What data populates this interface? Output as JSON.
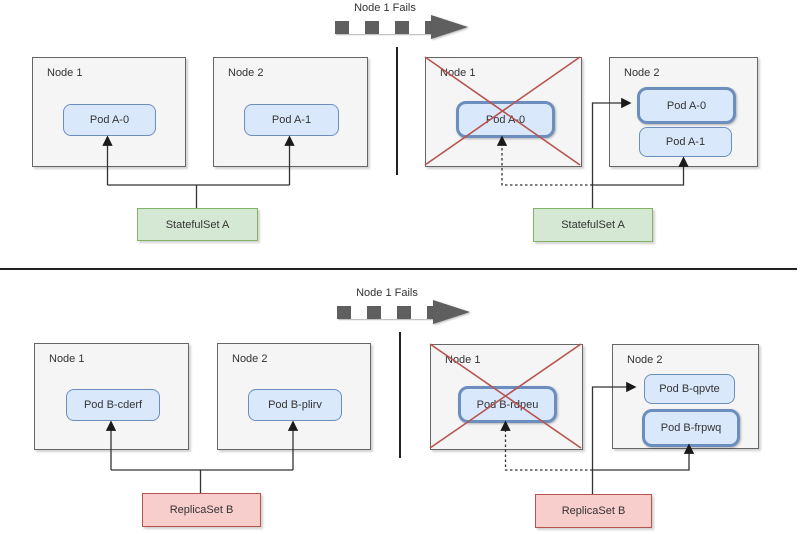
{
  "colors": {
    "node_fill": "#f5f5f5",
    "node_border": "#666666",
    "pod_fill": "#dae8fc",
    "pod_border": "#6c8ebf",
    "statefulset_fill": "#d5e8d4",
    "statefulset_border": "#82b366",
    "replicaset_fill": "#f8cecc",
    "replicaset_border": "#b85450",
    "fail_x_color": "#b85450",
    "arrow_color": "#5f5f5f"
  },
  "top": {
    "fail_label": "Node 1 Fails",
    "before": {
      "node1": {
        "title": "Node 1",
        "pods": [
          {
            "label": "Pod A-0"
          }
        ]
      },
      "node2": {
        "title": "Node 2",
        "pods": [
          {
            "label": "Pod A-1"
          }
        ]
      },
      "controller": "StatefulSet A"
    },
    "after": {
      "node1": {
        "title": "Node 1",
        "failed": true,
        "pods": [
          {
            "label": "Pod A-0",
            "highlight": true
          }
        ]
      },
      "node2": {
        "title": "Node 2",
        "pods": [
          {
            "label": "Pod A-0",
            "highlight": true
          },
          {
            "label": "Pod A-1"
          }
        ]
      },
      "controller": "StatefulSet A"
    }
  },
  "bottom": {
    "fail_label": "Node 1 Fails",
    "before": {
      "node1": {
        "title": "Node 1",
        "pods": [
          {
            "label": "Pod B-cderf"
          }
        ]
      },
      "node2": {
        "title": "Node 2",
        "pods": [
          {
            "label": "Pod B-plirv"
          }
        ]
      },
      "controller": "ReplicaSet B"
    },
    "after": {
      "node1": {
        "title": "Node 1",
        "failed": true,
        "pods": [
          {
            "label": "Pod B-rdpeu",
            "highlight": true
          }
        ]
      },
      "node2": {
        "title": "Node 2",
        "pods": [
          {
            "label": "Pod B-qpvte"
          },
          {
            "label": "Pod B-frpwq",
            "highlight": true
          }
        ]
      },
      "controller": "ReplicaSet B"
    }
  }
}
